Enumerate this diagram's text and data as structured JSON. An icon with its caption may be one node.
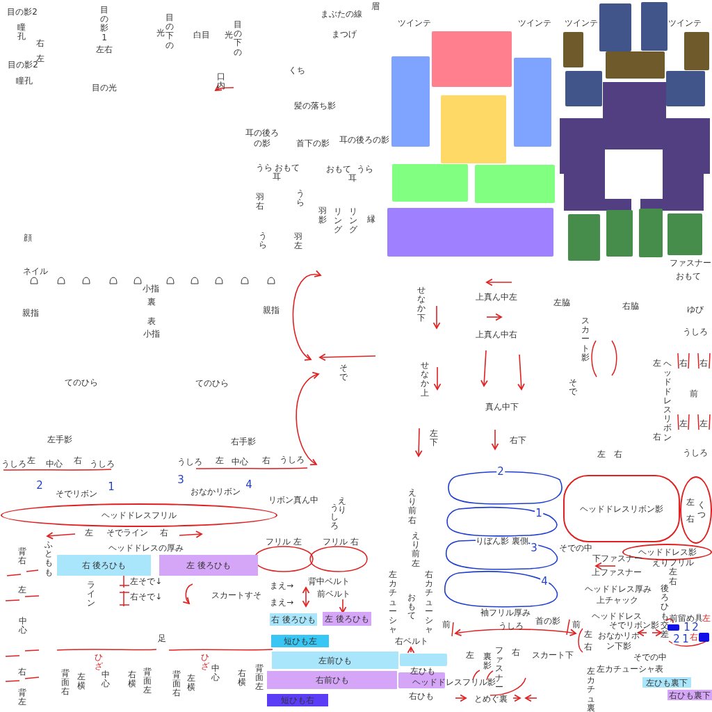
{
  "diagram": {
    "nodes": [
      {
        "text": [],
        "shape": "box"
      },
      {
        "text": [],
        "shape": "box"
      },
      {
        "text": [],
        "shape": "box"
      },
      {
        "text": [],
        "shape": "box"
      },
      {
        "text": [],
        "shape": "box"
      },
      {
        "text": [],
        "shape": "box"
      },
      {
        "text": [],
        "shape": "box"
      },
      {
        "text": [],
        "shape": "box"
      },
      {
        "text": [],
        "shape": "box"
      },
      {
        "text": [],
        "shape": "box"
      },
      {
        "text": [],
        "shape": "box"
      },
      {
        "text": [],
        "shape": "box"
      },
      {
        "text": [],
        "shape": "box"
      },
      {
        "text": [],
        "shape": "box"
      },
      {
        "text": [],
        "shape": "box"
      },
      {
        "text": [],
        "shape": "box"
      },
      {
        "text": [],
        "shape": "box"
      },
      {
        "text": [],
        "shape": "box"
      },
      {
        "text": [],
        "shape": "box"
      },
      {
        "text": [
          "ヘッドドレスフリル"
        ]
      },
      {
        "text": [
          "右 後ろひも"
        ]
      },
      {
        "text": [
          "左 後ろひも"
        ]
      },
      {
        "text": [
          "右 後ろひも"
        ]
      },
      {
        "text": [
          "左 後ろひも"
        ]
      },
      {
        "text": [
          "短ひも左"
        ]
      },
      {
        "text": [
          "左前ひも"
        ]
      },
      {
        "text": [],
        "shape": "box"
      },
      {
        "text": [
          "右前ひも"
        ]
      },
      {
        "text": [],
        "shape": "box"
      },
      {
        "text": [
          "短ひも右"
        ]
      },
      {
        "text": [
          "ヘッドドレスリボン影"
        ]
      },
      {
        "text": [
          "くつ",
          "左",
          "右"
        ]
      },
      {
        "text": [
          "ヘッドドレス影"
        ]
      },
      {
        "text": [
          "左ひも裏下"
        ]
      },
      {
        "text": [
          "右ひも裏下"
        ]
      },
      {
        "text": [],
        "shape": "box"
      },
      {
        "text": [],
        "shape": "box"
      }
    ],
    "labels": [
      "目の影2",
      "瞳孔",
      "右",
      "左",
      "目の影2",
      "瞳孔",
      "目の影1",
      "左右",
      "光",
      "目の下の",
      "白目",
      "光",
      "目の下の",
      "目の光",
      "口内",
      "眉",
      "まぶたの線",
      "まつげ",
      "くち",
      "髪の落ち影",
      "耳の後ろの影",
      "首下の影",
      "耳の後ろの影",
      "うら",
      "おもて",
      "耳",
      "おもて",
      "うら",
      "耳",
      "羽右",
      "うら",
      "羽影",
      "リング",
      "リング",
      "縁",
      "うら",
      "羽左",
      "顔",
      "ツインテ",
      "ツインテ",
      "ツインテ",
      "ツインテ",
      "ファスナー",
      "おもて",
      "ネイル",
      "小指",
      "裏",
      "親指",
      "表",
      "小指",
      "親指",
      "てのひら",
      "てのひら",
      "左手影",
      "右手影",
      "うしろ",
      "左",
      "中心",
      "右",
      "うしろ",
      "うしろ",
      "左",
      "中心",
      "右",
      "うしろ",
      "2",
      "1",
      "3",
      "4",
      "そでリボン",
      "おなかリボン",
      "リボン真ん中",
      "えり",
      "うしろ",
      "左",
      "そでライン",
      "右",
      "ヘッドドレスの厚み",
      "背右",
      "ふともも",
      "左そで↓",
      "右そで↓",
      "ライン",
      "スカートすそ",
      "左",
      "中心",
      "右",
      "背左",
      "足",
      "ひざ",
      "ひざ",
      "背面右",
      "左横",
      "中心",
      "右横",
      "背面左",
      "背面右",
      "左横",
      "中心",
      "右横",
      "背面左",
      "フリル 左",
      "フリル 右",
      "まえ→",
      "まえ→",
      "背中ベルト",
      "前ベルト",
      "えり前右",
      "えり前左",
      "左カチューシャ",
      "おもて",
      "右カチューシャ",
      "右ベルト",
      "左ひも",
      "右ひも",
      "せなか下",
      "せなか上",
      "左下",
      "そで",
      "上真ん中左",
      "上真ん中右",
      "真ん中下",
      "右下",
      "左脇",
      "右脇",
      "スカート影",
      "そで",
      "ゆび",
      "うしろ",
      "左",
      "ヘッドドレスリボン",
      "右",
      "右",
      "右",
      "前",
      "左",
      "左",
      "左",
      "右",
      "うしろ",
      "2",
      "1",
      "3",
      "4",
      "りぼん影 裏側",
      "袖フリル厚み",
      "そでの中",
      "えりフリル",
      "左",
      "右",
      "下ファスナー",
      "上ファスナー",
      "ヘッドドレス厚み",
      "上チャック",
      "ヘッドドレス",
      "そでリボン影",
      "後ろひも交差",
      "前留め具",
      "左",
      "1",
      "2",
      "2",
      "1",
      "右",
      "そでの中",
      "左",
      "右",
      "おなかリボン下影",
      "左カチューシャ表",
      "左カチュ裏",
      "前",
      "うしろ",
      "首の影",
      "前",
      "左",
      "ファスナー",
      "裏影",
      "右",
      "スカート下",
      "ヘッドドレスフリル影",
      "とめぐ裏"
    ]
  }
}
